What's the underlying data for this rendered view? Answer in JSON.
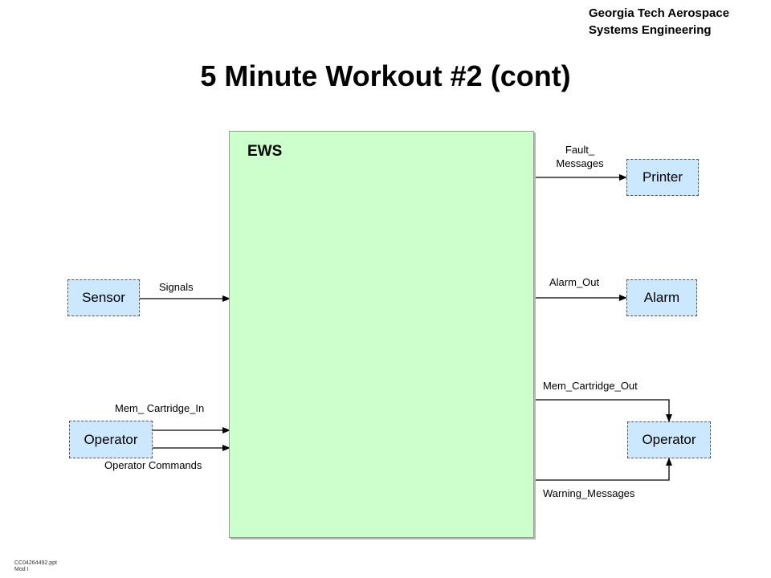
{
  "header": {
    "org_line1": "Georgia Tech Aerospace",
    "org_line2": "Systems Engineering",
    "title": "5 Minute Workout #2 (cont)"
  },
  "system": {
    "label": "EWS"
  },
  "externals": {
    "sensor": "Sensor",
    "operator_in": "Operator",
    "printer": "Printer",
    "alarm": "Alarm",
    "operator_out": "Operator"
  },
  "flows": {
    "signals": "Signals",
    "mem_cartridge_in": "Mem_ Cartridge_In",
    "operator_commands": "Operator Commands",
    "fault_messages_1": "Fault_",
    "fault_messages_2": "Messages",
    "alarm_out": "Alarm_Out",
    "mem_cartridge_out": "Mem_Cartridge_Out",
    "warning_messages": "Warning_Messages"
  },
  "footer": {
    "line1": "CC04264492.ppt",
    "line2": "Mod I"
  },
  "colors": {
    "system_fill": "#ccffcc",
    "external_fill": "#cce8ff",
    "line": "#000000"
  }
}
